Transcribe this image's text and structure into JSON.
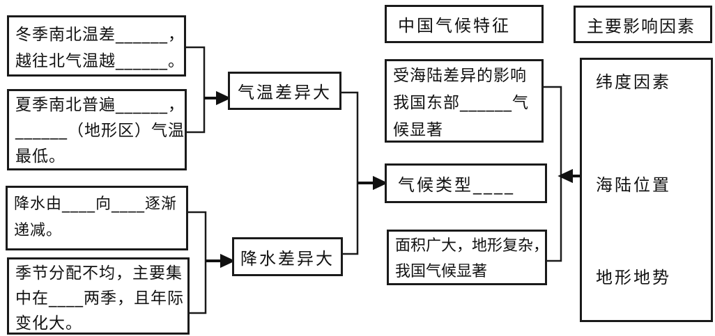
{
  "diagram": {
    "title_box": "中国气候特征",
    "temp_boxes": {
      "winter": {
        "line1": "冬季南北温差______，",
        "line2": "越往北气温越______。"
      },
      "summer": {
        "line1": "夏季南北普遍______，",
        "line2": "______（地形区）气温",
        "line3": "最低。"
      }
    },
    "rain_boxes": {
      "trend": {
        "line1": "降水由____向____逐渐",
        "line2": "递减。"
      },
      "season": {
        "line1": "季节分配不均，主要集",
        "line2": "中在____两季，且年际",
        "line3": "变化大。"
      }
    },
    "summary_boxes": {
      "temp_diff": "气温差异大",
      "rain_diff": "降水差异大"
    },
    "center_boxes": {
      "monsoon": {
        "line1": "受海陆差异的影响",
        "line2": "我国东部______气",
        "line3": "候显著"
      },
      "climate_type": "气候类型____",
      "area": {
        "line1": "面积广大，地形复杂，",
        "line2": "我国气候显著"
      }
    },
    "factors": {
      "title": "主要影响因素",
      "items": {
        "latitude": "纬度因素",
        "sea_land": "海陆位置",
        "terrain": "地形地势"
      }
    },
    "colors": {
      "line": "#1a1a1a",
      "text": "#111111",
      "background": "#ffffff"
    }
  }
}
